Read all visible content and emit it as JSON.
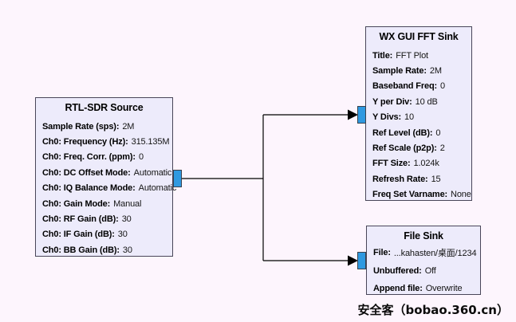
{
  "canvas": {
    "bg_color": "#fdf5fd",
    "block_fill": "#edebfb",
    "block_border": "#494659",
    "port_color": "#2f99e0",
    "wire_color": "#000000"
  },
  "blocks": [
    {
      "title": "RTL-SDR Source",
      "params": [
        {
          "label": "Sample Rate (sps):",
          "value": "2M"
        },
        {
          "label": "Ch0: Frequency (Hz):",
          "value": "315.135M"
        },
        {
          "label": "Ch0: Freq. Corr. (ppm):",
          "value": "0"
        },
        {
          "label": "Ch0: DC Offset Mode:",
          "value": "Automatic"
        },
        {
          "label": "Ch0: IQ Balance Mode:",
          "value": "Automatic"
        },
        {
          "label": "Ch0: Gain Mode:",
          "value": "Manual"
        },
        {
          "label": "Ch0: RF Gain (dB):",
          "value": "30"
        },
        {
          "label": "Ch0: IF Gain (dB):",
          "value": "30"
        },
        {
          "label": "Ch0: BB Gain (dB):",
          "value": "30"
        }
      ]
    },
    {
      "title": "WX GUI FFT Sink",
      "params": [
        {
          "label": "Title:",
          "value": "FFT Plot"
        },
        {
          "label": "Sample Rate:",
          "value": "2M"
        },
        {
          "label": "Baseband Freq:",
          "value": "0"
        },
        {
          "label": "Y per Div:",
          "value": "10 dB"
        },
        {
          "label": "Y Divs:",
          "value": "10"
        },
        {
          "label": "Ref Level (dB):",
          "value": "0"
        },
        {
          "label": "Ref Scale (p2p):",
          "value": "2"
        },
        {
          "label": "FFT Size:",
          "value": "1.024k"
        },
        {
          "label": "Refresh Rate:",
          "value": "15"
        },
        {
          "label": "Freq Set Varname:",
          "value": "None"
        }
      ]
    },
    {
      "title": "File Sink",
      "params": [
        {
          "label": "File:",
          "value": "...kahasten/桌面/1234"
        },
        {
          "label": "Unbuffered:",
          "value": "Off"
        },
        {
          "label": "Append file:",
          "value": "Overwrite"
        }
      ]
    }
  ],
  "watermark": "安全客（bobao.360.cn）"
}
